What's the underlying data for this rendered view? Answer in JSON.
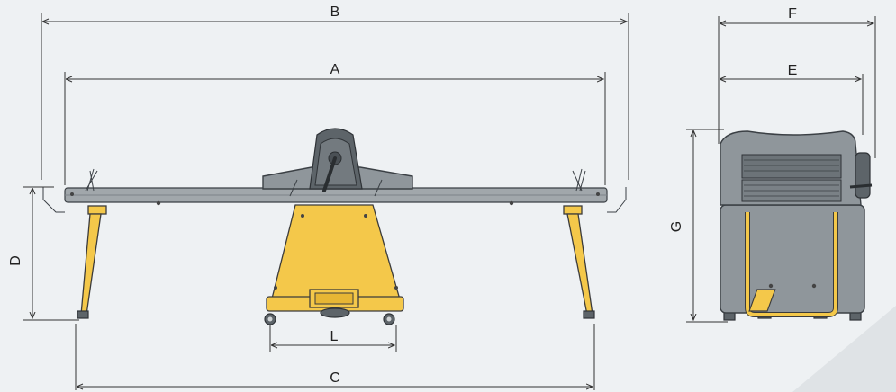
{
  "diagram": {
    "dimension_labels": {
      "A": "A",
      "B": "B",
      "C": "C",
      "D": "D",
      "E": "E",
      "F": "F",
      "G": "G",
      "L": "L"
    }
  },
  "colors": {
    "background": "#eef1f3",
    "frame_yellow": "#f4c84a",
    "body_gray": "#8f969b",
    "outline": "#3b4045"
  }
}
